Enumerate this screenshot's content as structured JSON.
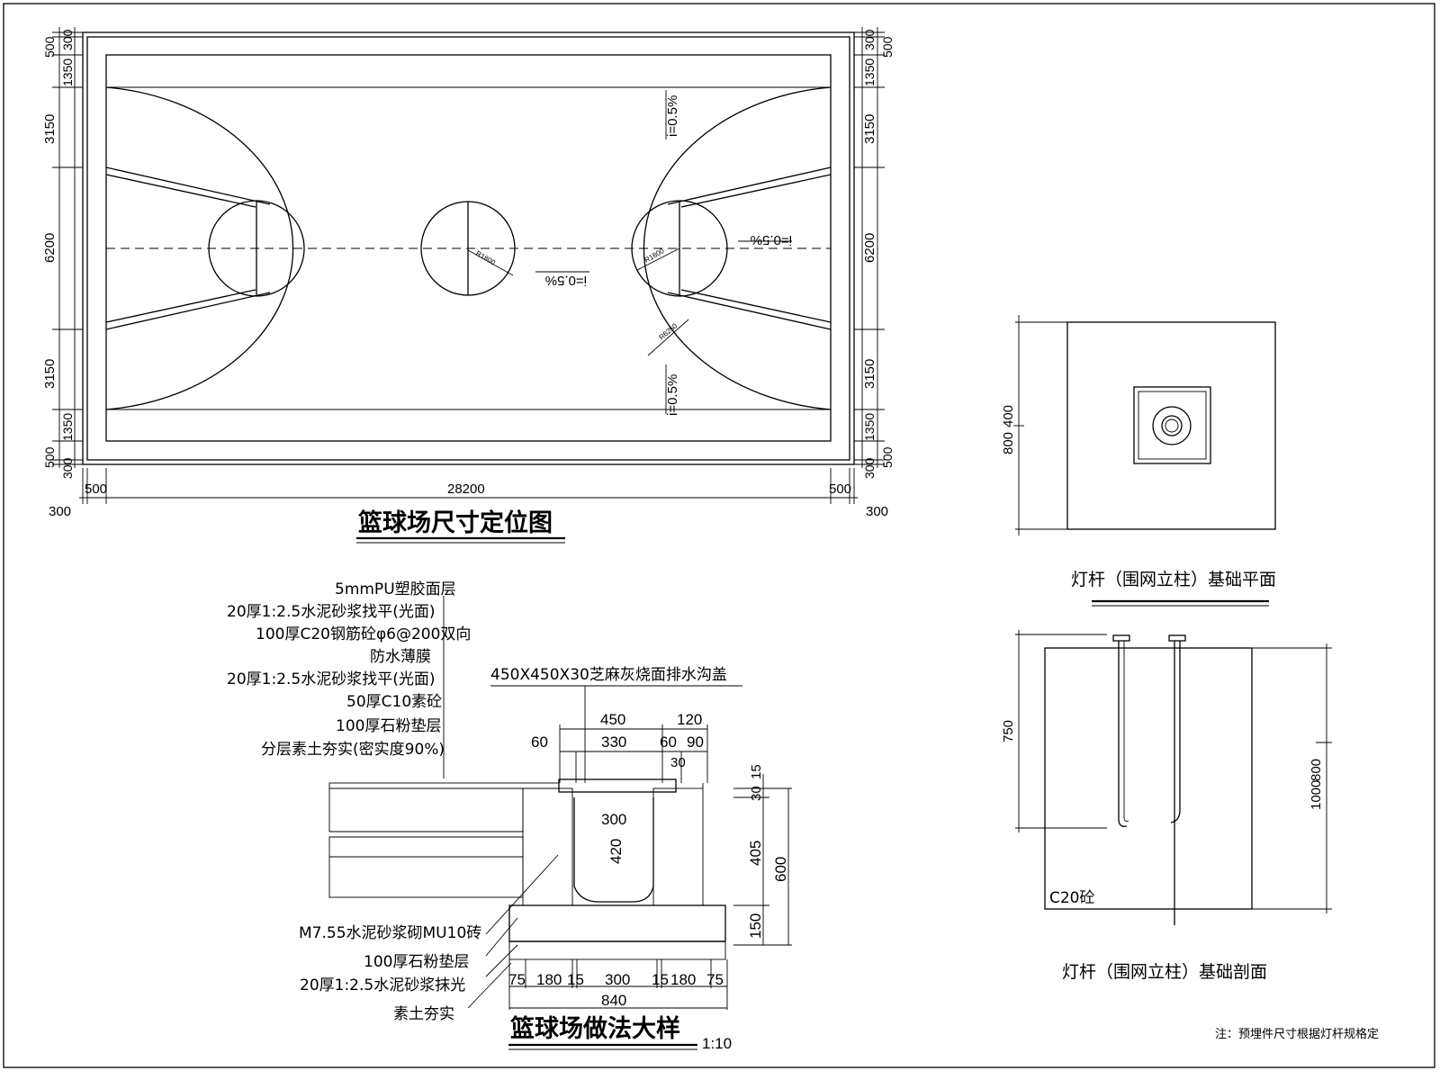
{
  "court_plan": {
    "title": "篮球场尺寸定位图",
    "left_dims": [
      "500",
      "300",
      "1350",
      "3150",
      "6200",
      "3150",
      "1350",
      "500",
      "300"
    ],
    "right_dims": [
      "300",
      "500",
      "1350",
      "3150",
      "6200",
      "3150",
      "1350",
      "300",
      "500"
    ],
    "bottom_total": "28200",
    "bottom_500_left": "500",
    "bottom_500_right": "500",
    "bottom_300_left": "300",
    "bottom_300_right": "300",
    "slope_top": "i=0.5%",
    "slope_bottom": "i=0.5%",
    "slope_center": "i=0.5%",
    "slope_right": "i=0.5%",
    "r_center": "R1800",
    "r_key": "R1800",
    "r_three": "R6250"
  },
  "layers": {
    "items": [
      "5mmPU塑胶面层",
      "20厚1:2.5水泥砂浆找平(光面)",
      "100厚C20钢筋砼φ6@200双向",
      "防水薄膜",
      "20厚1:2.5水泥砂浆找平(光面)",
      "50厚C10素砼",
      "100厚石粉垫层",
      "分层素土夯实(密实度90%)"
    ],
    "drain_cover": "450X450X30芝麻灰烧面排水沟盖",
    "lower": [
      "M7.55水泥砂浆砌MU10砖",
      "100厚石粉垫层",
      "20厚1:2.5水泥砂浆抹光",
      "素土夯实"
    ]
  },
  "section": {
    "title": "篮球场做法大样",
    "scale": "1:10",
    "d450": "450",
    "d120": "120",
    "d60a": "60",
    "d330": "330",
    "d60b": "60",
    "d90": "90",
    "d30a": "30",
    "d15": "15",
    "d30b": "30",
    "d300": "300",
    "d420": "420",
    "d405": "405",
    "d600": "600",
    "d150": "150",
    "bottom": [
      "75",
      "180",
      "15",
      "300",
      "15",
      "180",
      "75"
    ],
    "d840": "840"
  },
  "foundation_plan": {
    "title": "灯杆（围网立柱）基础平面",
    "d800": "800",
    "d400": "400"
  },
  "foundation_section": {
    "title": "灯杆（围网立柱）基础剖面",
    "d750": "750",
    "d1000": "1000",
    "d800": "800",
    "concrete": "C20砼"
  },
  "note": "注：预埋件尺寸根据灯杆规格定"
}
